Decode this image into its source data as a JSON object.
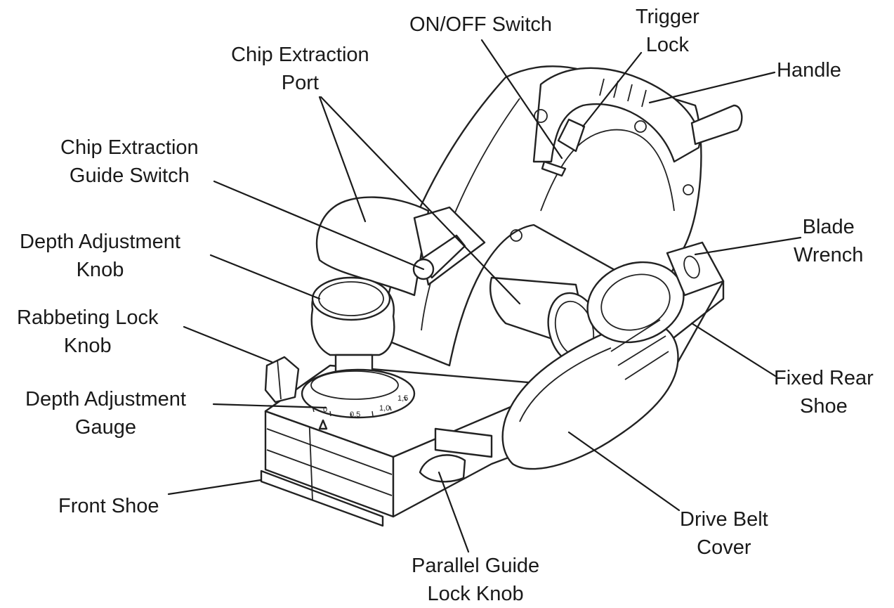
{
  "diagram": {
    "labels": {
      "on_off_switch": {
        "lines": [
          "ON/OFF Switch"
        ]
      },
      "trigger_lock": {
        "lines": [
          "Trigger",
          "Lock"
        ]
      },
      "handle": {
        "lines": [
          "Handle"
        ]
      },
      "chip_extraction_port": {
        "lines": [
          "Chip Extraction",
          "Port"
        ]
      },
      "chip_extraction_guide_switch": {
        "lines": [
          "Chip Extraction",
          "Guide Switch"
        ]
      },
      "depth_adjustment_knob": {
        "lines": [
          "Depth Adjustment",
          "Knob"
        ]
      },
      "rabbeting_lock_knob": {
        "lines": [
          "Rabbeting Lock",
          "Knob"
        ]
      },
      "depth_adjustment_gauge": {
        "lines": [
          "Depth Adjustment",
          "Gauge"
        ]
      },
      "front_shoe": {
        "lines": [
          "Front Shoe"
        ]
      },
      "blade_wrench": {
        "lines": [
          "Blade",
          "Wrench"
        ]
      },
      "fixed_rear_shoe": {
        "lines": [
          "Fixed Rear",
          "Shoe"
        ]
      },
      "drive_belt_cover": {
        "lines": [
          "Drive Belt",
          "Cover"
        ]
      },
      "parallel_guide_lock_knob": {
        "lines": [
          "Parallel Guide",
          "Lock Knob"
        ]
      }
    },
    "gauge_scale": [
      "0",
      "0,5",
      "1,0",
      "1,5"
    ]
  }
}
